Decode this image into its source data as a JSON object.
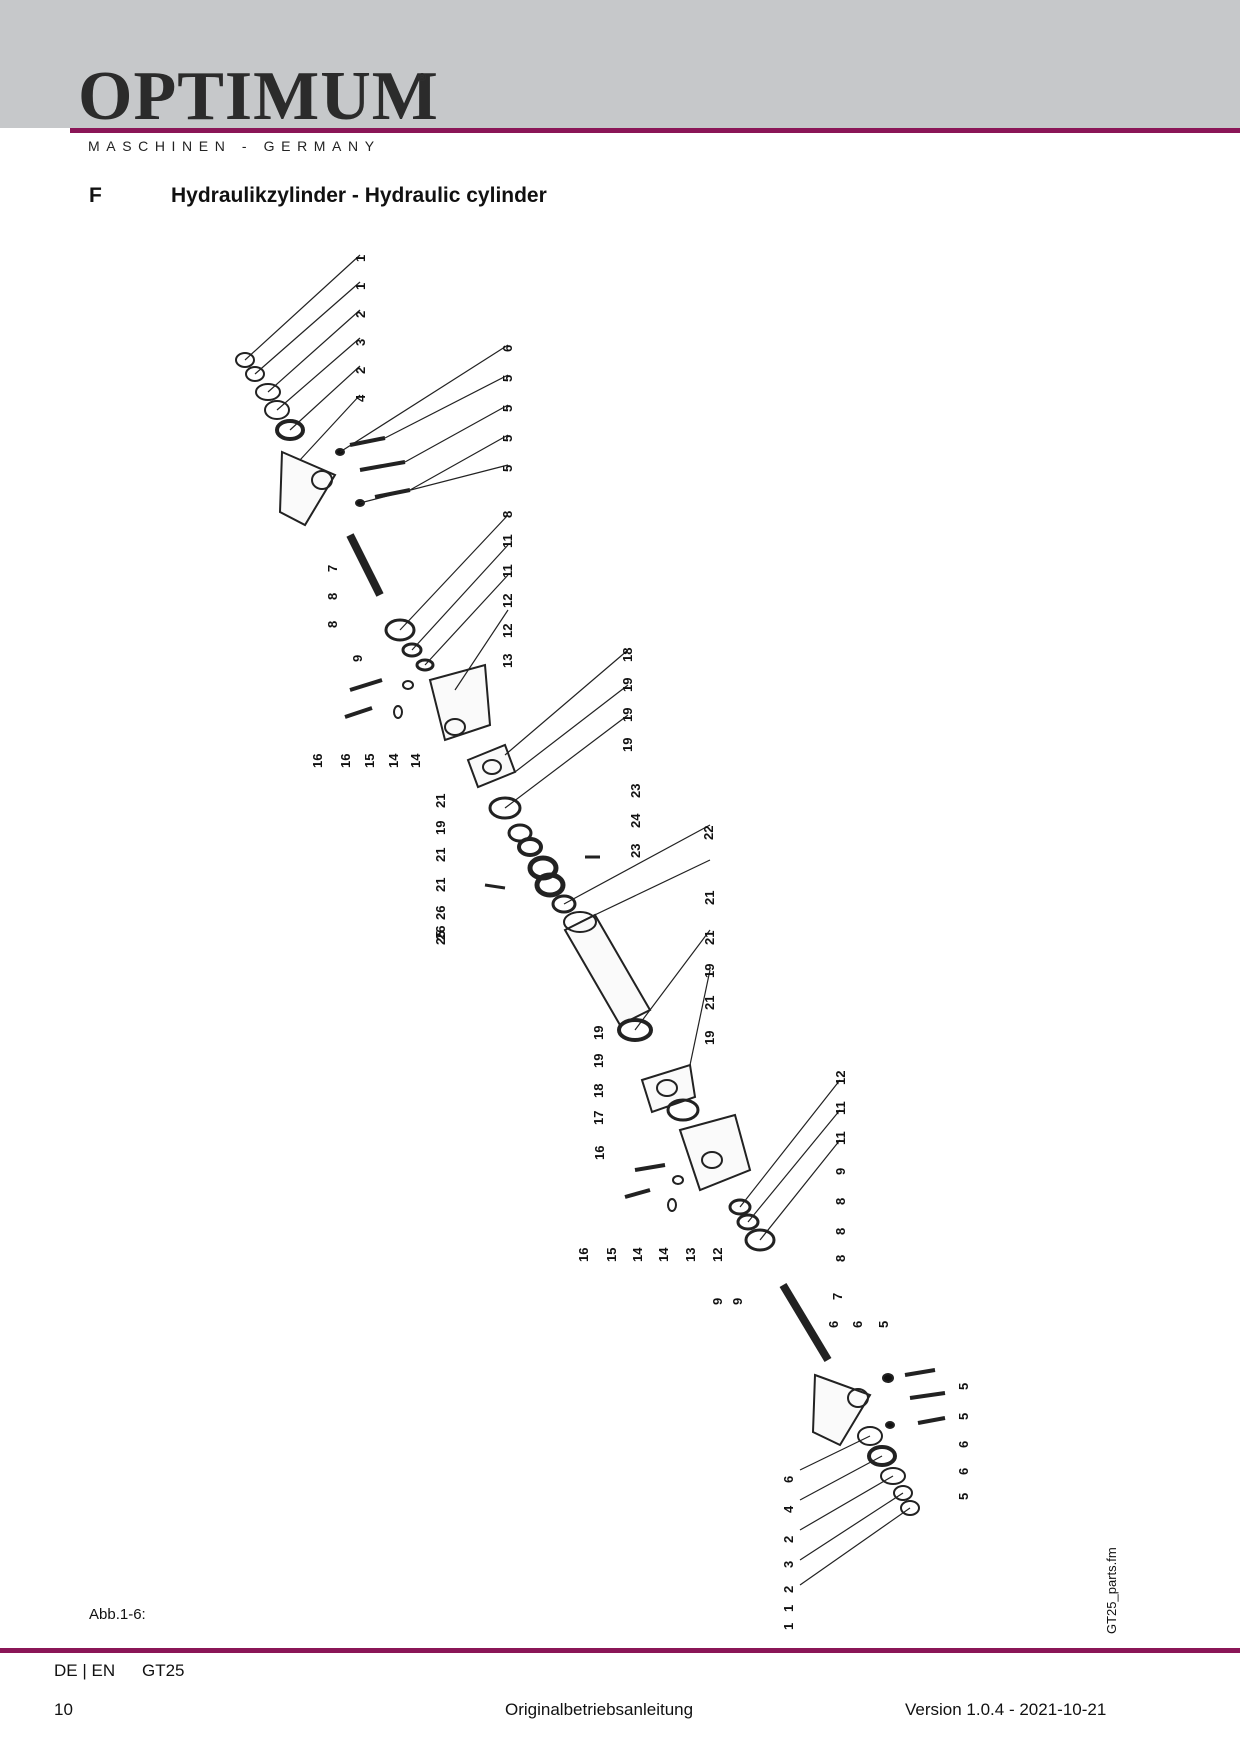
{
  "header": {
    "logo_text": "OPTIMUM",
    "logo_mark": "®",
    "tagline": "MASCHINEN - GERMANY",
    "colors": {
      "band": "#c6c8ca",
      "accent": "#8a1657"
    }
  },
  "section": {
    "letter": "F",
    "title": "Hydraulikzylinder - Hydraulic cylinder"
  },
  "figure": {
    "caption": "Abb.1-6:",
    "file_label": "GT25_parts.fm",
    "callouts_upper": [
      "1",
      "1",
      "2",
      "3",
      "2",
      "4",
      "6",
      "5",
      "5",
      "5",
      "5",
      "7",
      "8",
      "8",
      "9",
      "8",
      "11",
      "11",
      "12",
      "12",
      "13",
      "16",
      "16",
      "15",
      "14",
      "14",
      "18",
      "19",
      "19",
      "19",
      "21",
      "19",
      "21",
      "21",
      "26",
      "25",
      "23",
      "24",
      "23",
      "26",
      "22"
    ],
    "callouts_lower": [
      "21",
      "21",
      "19",
      "21",
      "19",
      "19",
      "19",
      "18",
      "17",
      "16",
      "16",
      "15",
      "14",
      "14",
      "13",
      "12",
      "12",
      "11",
      "11",
      "9",
      "8",
      "8",
      "8",
      "9",
      "9",
      "7",
      "6",
      "6",
      "5",
      "5",
      "5",
      "6",
      "6",
      "5",
      "6",
      "4",
      "2",
      "3",
      "2",
      "1",
      "1"
    ]
  },
  "footer": {
    "lang": "DE | EN",
    "model": "GT25",
    "page": "10",
    "doc_type": "Originalbetriebsanleitung",
    "version": "Version 1.0.4 - 2021-10-21"
  }
}
